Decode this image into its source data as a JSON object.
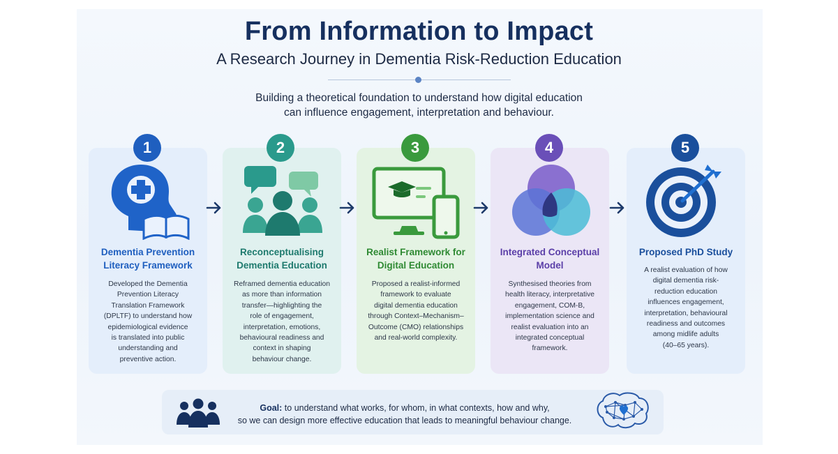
{
  "header": {
    "title": "From Information to Impact",
    "subtitle": "A Research Journey in Dementia Risk-Reduction Education",
    "intro_lines": [
      "Building a theoretical foundation to understand how digital education",
      "can influence engagement, interpretation and behaviour."
    ]
  },
  "steps": [
    {
      "number": "1",
      "color": "#1f5fbf",
      "title_lines": [
        "Dementia Prevention",
        "Literacy Framework"
      ],
      "body_lines": [
        "Developed the Dementia",
        "Prevention Literacy",
        "Translation Framework",
        "(DPLTF) to understand how",
        "epidemiological evidence",
        "is translated into public",
        "understanding and",
        "preventive action."
      ]
    },
    {
      "number": "2",
      "color": "#2a9a8c",
      "title_lines": [
        "Reconceptualising",
        "Dementia Education"
      ],
      "body_lines": [
        "Reframed dementia education",
        "as more than information",
        "transfer—highlighting the",
        "role of engagement,",
        "interpretation, emotions,",
        "behavioural readiness and",
        "context in shaping",
        "behaviour change."
      ]
    },
    {
      "number": "3",
      "color": "#3a9a3d",
      "title_lines": [
        "Realist Framework for",
        "Digital Education"
      ],
      "body_lines": [
        "Proposed a realist-informed",
        "framework to evaluate",
        "digital dementia education",
        "through Context–Mechanism–",
        "Outcome (CMO) relationships",
        "and real-world complexity."
      ]
    },
    {
      "number": "4",
      "color": "#6a4fb8",
      "title_lines": [
        "Integrated Conceptual",
        "Model"
      ],
      "body_lines": [
        "Synthesised theories from",
        "health literacy, interpretative",
        "engagement, COM-B,",
        "implementation science and",
        "realist evaluation into an",
        "integrated conceptual",
        "framework."
      ]
    },
    {
      "number": "5",
      "color": "#1a4f9c",
      "title_lines": [
        "Proposed PhD Study"
      ],
      "body_lines": [
        "A realist evaluation of how",
        "digital dementia risk-",
        "reduction education",
        "influences engagement,",
        "interpretation, behavioural",
        "readiness and outcomes",
        "among midlife adults",
        "(40–65 years)."
      ]
    }
  ],
  "goal": {
    "label": "Goal:",
    "line1": "to understand what works, for whom, in what contexts, how and why,",
    "line2": "so we can design more effective education that leads to meaningful behaviour change."
  },
  "colors": {
    "navy": "#16305f",
    "card1": "#e4eefb",
    "card2": "#e0f1ef",
    "card3": "#e4f3e3",
    "card4": "#ebe6f6",
    "card5": "#e4eefb"
  }
}
